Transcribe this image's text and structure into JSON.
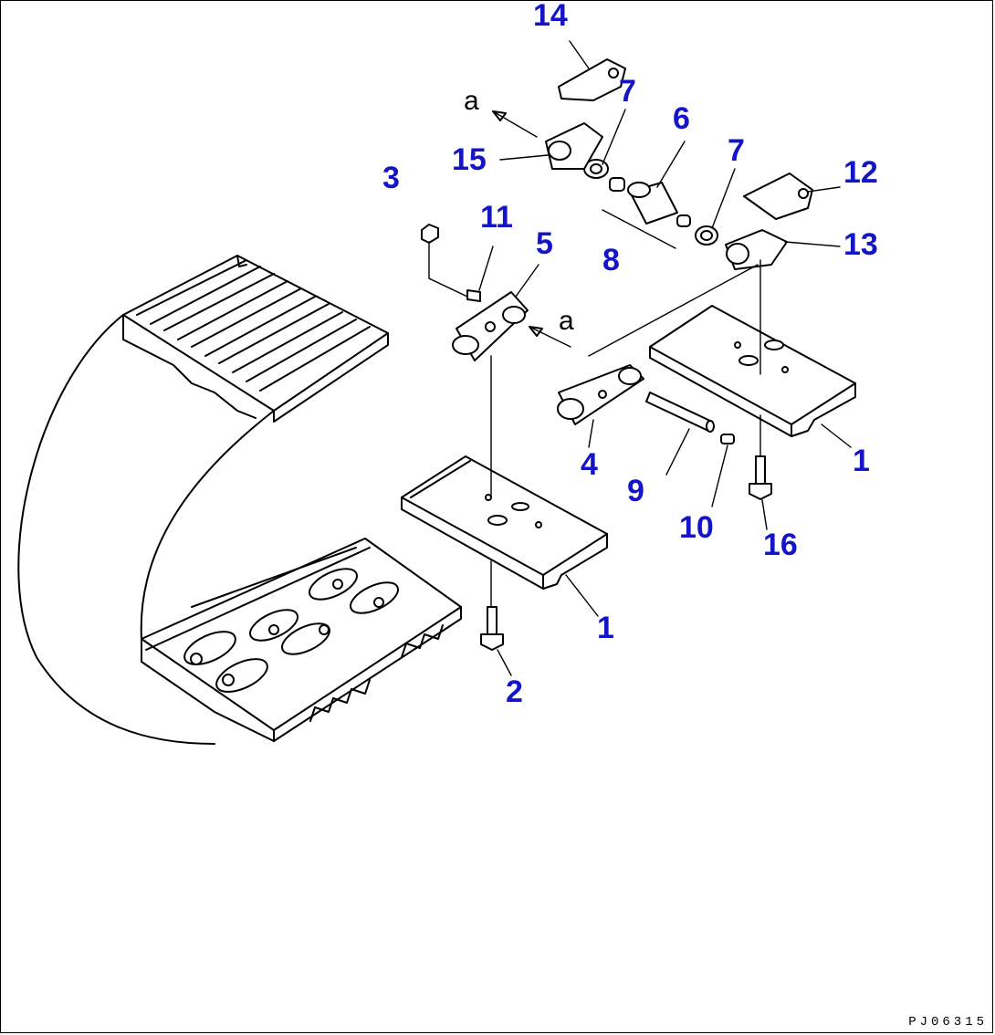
{
  "figure_code": "PJ06315",
  "colors": {
    "label": "#1515c8",
    "line": "#000000",
    "background": "#ffffff"
  },
  "parts": [
    {
      "id": "label-14",
      "text": "14"
    },
    {
      "id": "label-7a",
      "text": "7"
    },
    {
      "id": "label-6",
      "text": "6"
    },
    {
      "id": "label-7b",
      "text": "7"
    },
    {
      "id": "label-12",
      "text": "12"
    },
    {
      "id": "label-15",
      "text": "15"
    },
    {
      "id": "label-3",
      "text": "3"
    },
    {
      "id": "label-11",
      "text": "11"
    },
    {
      "id": "label-5",
      "text": "5"
    },
    {
      "id": "label-8",
      "text": "8"
    },
    {
      "id": "label-13",
      "text": "13"
    },
    {
      "id": "label-4",
      "text": "4"
    },
    {
      "id": "label-1a",
      "text": "1"
    },
    {
      "id": "label-9",
      "text": "9"
    },
    {
      "id": "label-10",
      "text": "10"
    },
    {
      "id": "label-16",
      "text": "16"
    },
    {
      "id": "label-1b",
      "text": "1"
    },
    {
      "id": "label-2",
      "text": "2"
    }
  ],
  "reference_marks": [
    {
      "id": "ref-a-top",
      "text": "a"
    },
    {
      "id": "ref-a-mid",
      "text": "a"
    }
  ]
}
